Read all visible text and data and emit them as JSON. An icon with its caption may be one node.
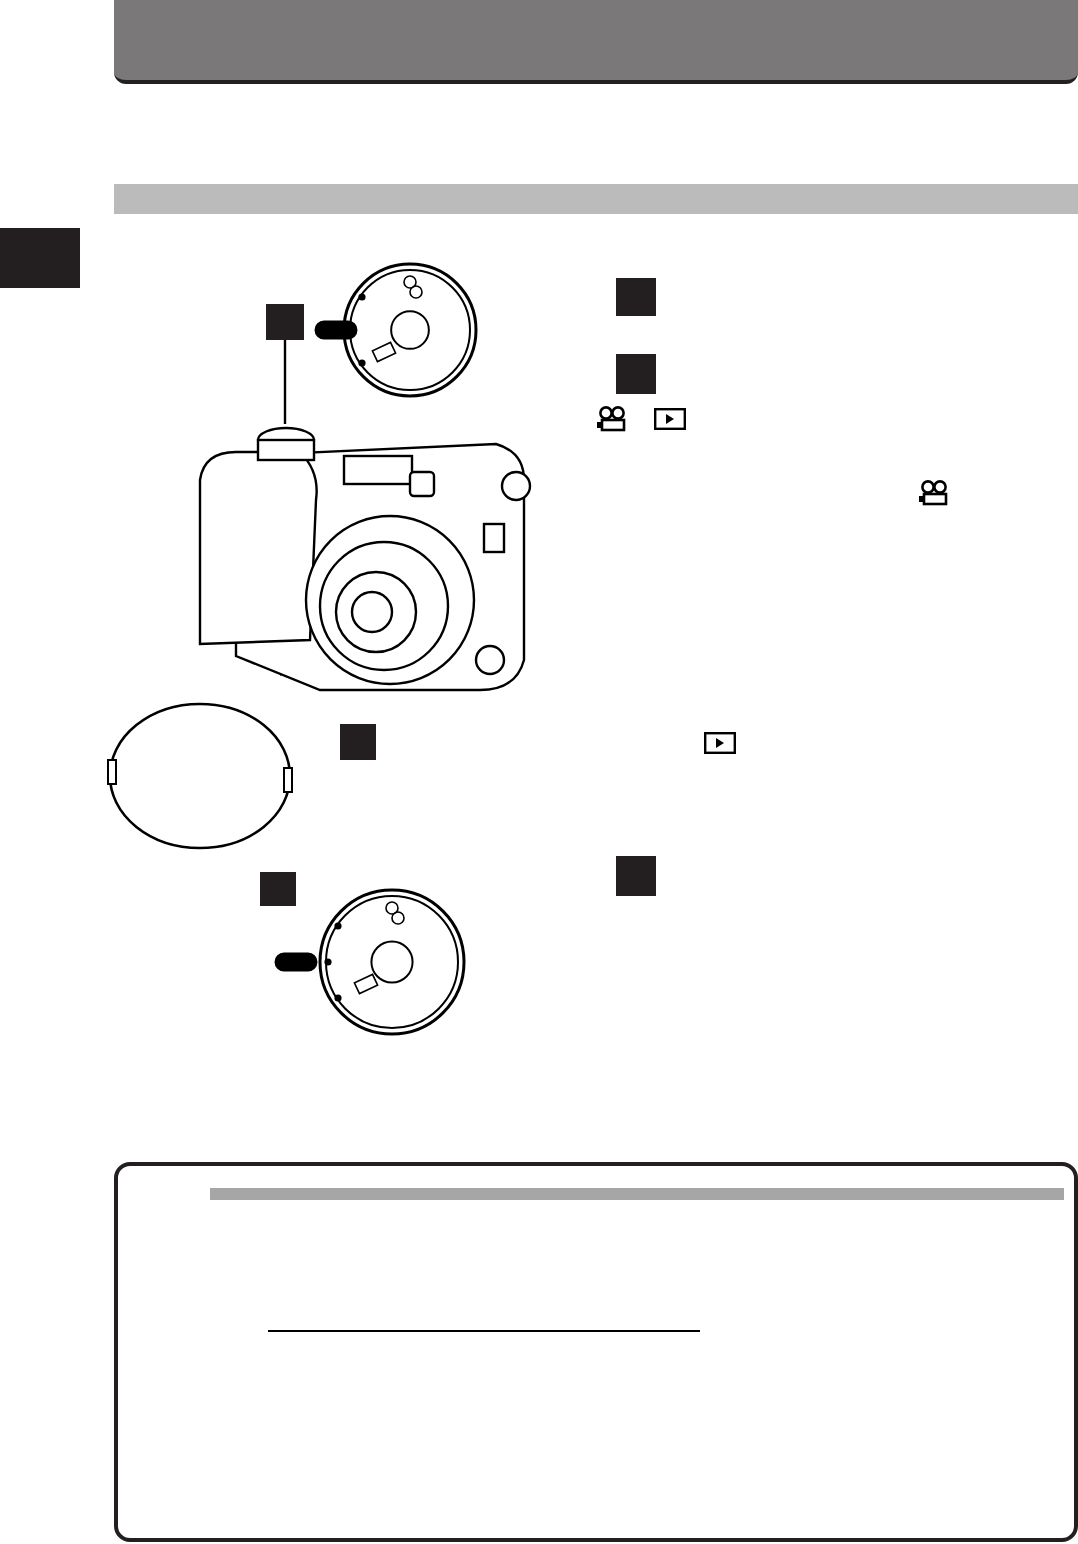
{
  "diagram": {
    "nodes": [
      {
        "text": [],
        "shape": "bar"
      },
      {
        "text": [],
        "shape": "box"
      },
      {
        "text": [],
        "shape": "picture"
      },
      {
        "text": [],
        "shape": "box"
      },
      {
        "text": [],
        "shape": "box"
      },
      {
        "text": [],
        "shape": "box"
      },
      {
        "text": [],
        "shape": "box"
      },
      {
        "text": [],
        "shape": "box"
      }
    ],
    "edges": [
      {
        "from": 1,
        "to": 2,
        "arrow": "none"
      }
    ]
  }
}
